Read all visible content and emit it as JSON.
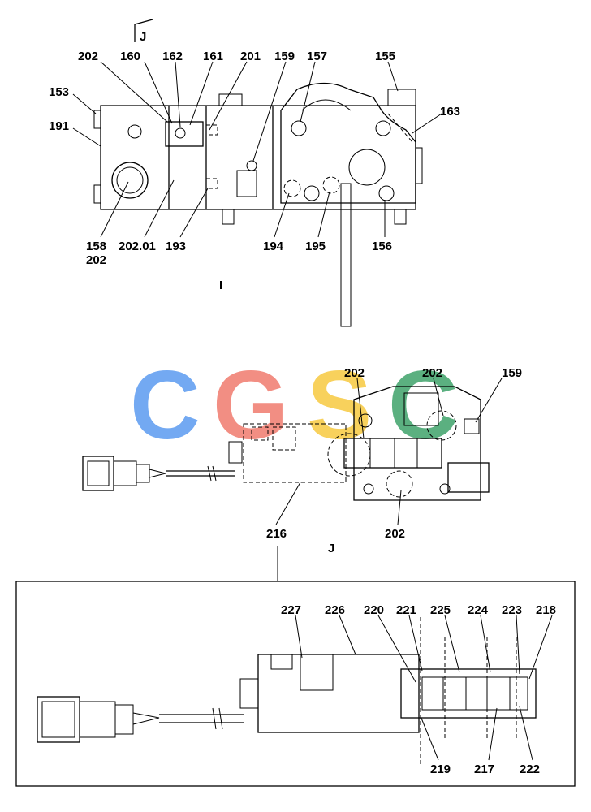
{
  "view_labels": {
    "j_marker": "J",
    "section_i": "I",
    "section_j": "J"
  },
  "watermark": {
    "letters": [
      "C",
      "G",
      "S",
      "C"
    ],
    "colors": [
      "#5b9bf0",
      "#f07b6e",
      "#f7c940",
      "#3fa36b"
    ]
  },
  "parts_top": [
    "202",
    "160",
    "162",
    "161",
    "201",
    "159",
    "157",
    "155",
    "153",
    "191",
    "163",
    "158",
    "202",
    "202.01",
    "193",
    "194",
    "195",
    "156"
  ],
  "parts_middle": [
    "202",
    "202",
    "159",
    "216",
    "202"
  ],
  "parts_bottom": [
    "227",
    "226",
    "220",
    "221",
    "225",
    "224",
    "223",
    "218",
    "219",
    "217",
    "222"
  ]
}
